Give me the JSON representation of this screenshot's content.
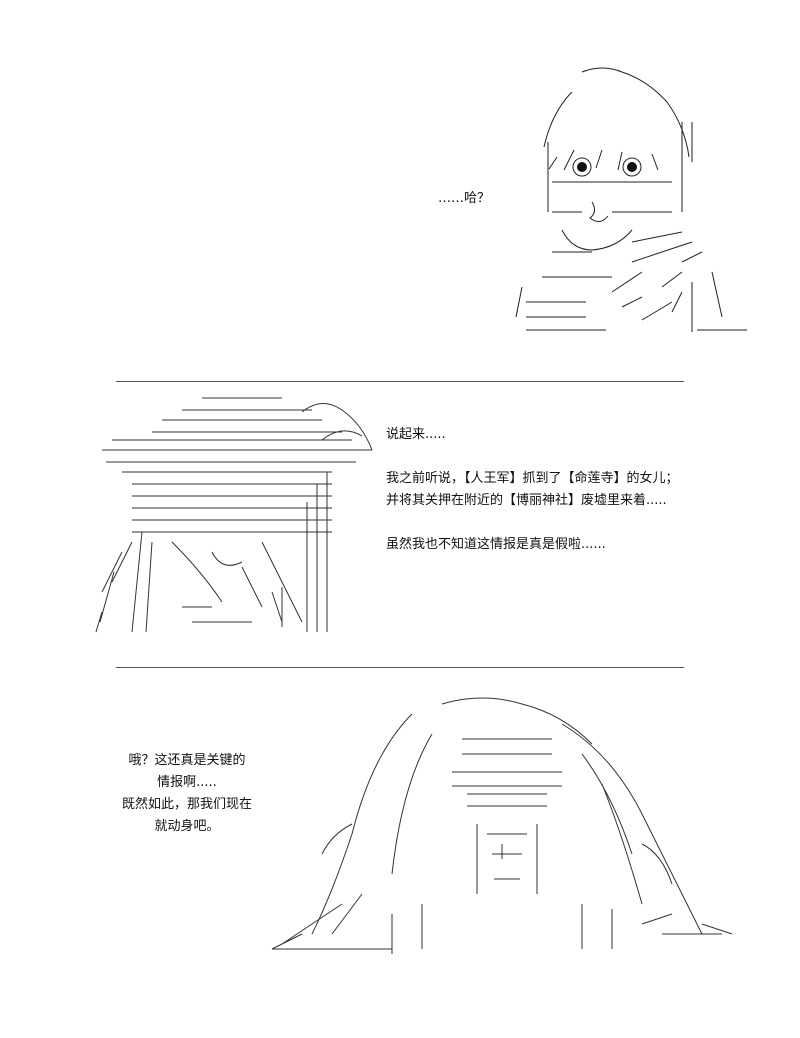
{
  "panel1": {
    "line": "……哈？"
  },
  "panel2": {
    "lines": [
      "说起来.....",
      "",
      "我之前听说，【人王军】抓到了【命莲寺】的女儿；",
      "并将其关押在附近的【博丽神社】废墟里来着.....",
      "",
      "虽然我也不知道这情报是真是假啦......"
    ]
  },
  "panel3": {
    "lines": [
      "哦？这还真是关键的",
      "情报啊.....",
      "既然如此，那我们现在",
      "就动身吧。"
    ]
  }
}
